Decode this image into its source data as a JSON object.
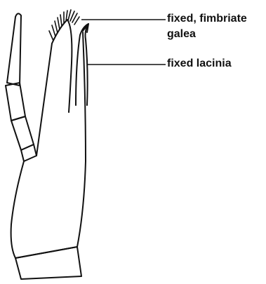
{
  "labels": {
    "galea_line1": "fixed, fimbriate",
    "galea_line2": "galea",
    "lacinia": "fixed lacinia"
  },
  "colors": {
    "ink": "#111111",
    "background": "#ffffff"
  }
}
